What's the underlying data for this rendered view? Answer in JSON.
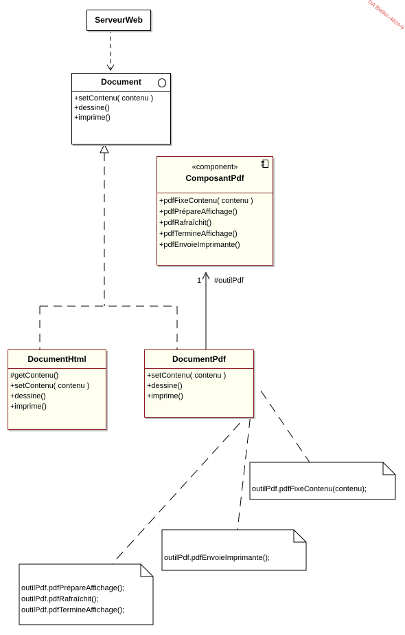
{
  "diagram": {
    "serveur_web": {
      "name": "ServeurWeb"
    },
    "document": {
      "name": "Document",
      "operations": [
        "+setContenu( contenu )",
        "+dessine()",
        "+imprime()"
      ]
    },
    "composant_pdf": {
      "stereotype": "«component»",
      "name": "ComposantPdf",
      "operations": [
        "+pdfFixeContenu( contenu )",
        "+pdfPrépareAffichage()",
        "+pdfRafraîchit()",
        "+pdfTermineAffichage()",
        "+pdfEnvoieImprimante()"
      ]
    },
    "document_html": {
      "name": "DocumentHtml",
      "operations": [
        "#getContenu()",
        "+setContenu( contenu )",
        "+dessine()",
        "+imprime()"
      ]
    },
    "document_pdf": {
      "name": "DocumentPdf",
      "operations": [
        "+setContenu( contenu )",
        "+dessine()",
        "+imprime()"
      ]
    },
    "association": {
      "multiplicity": "1",
      "role": "#outilPdf"
    },
    "notes": {
      "fixe_contenu": [
        "outilPdf.pdfFixeContenu(contenu);"
      ],
      "envoie_imprimante": [
        "outilPdf.pdfEnvoieImprimante();"
      ],
      "affichage": [
        "outilPdf.pdfPrépareAffichage();",
        "outilPdf.pdfRafraîchit();",
        "outilPdf.pdfTermineAffichage();"
      ]
    },
    "colors": {
      "class_border": "#8a1a1a",
      "class_fill": "#fffff0",
      "line": "#000000"
    }
  }
}
